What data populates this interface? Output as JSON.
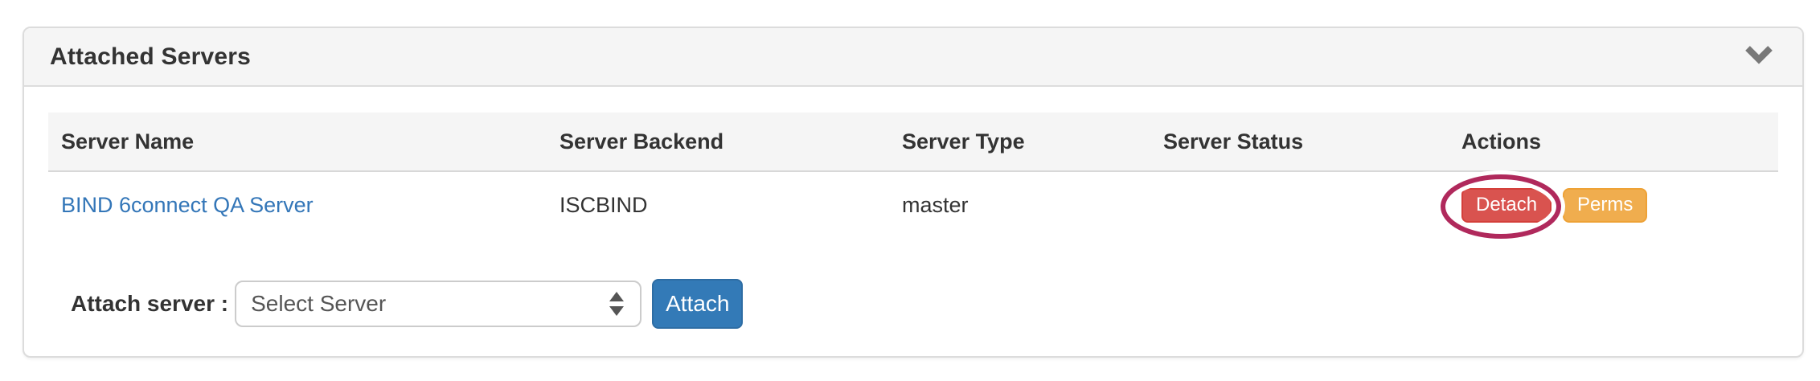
{
  "panel": {
    "title": "Attached Servers",
    "collapse_icon": "chevron-down-icon"
  },
  "table": {
    "columns": [
      "Server Name",
      "Server Backend",
      "Server Type",
      "Server Status",
      "Actions"
    ],
    "rows": [
      {
        "name": "BIND 6connect QA Server",
        "backend": "ISCBIND",
        "type": "master",
        "status": "",
        "actions": [
          {
            "label": "Detach",
            "style": "danger",
            "annotated": true
          },
          {
            "label": "Perms",
            "style": "warning",
            "annotated": false
          }
        ]
      }
    ]
  },
  "attach_form": {
    "label": "Attach server :",
    "select_value": "Select Server",
    "button_label": "Attach"
  },
  "annotation": {
    "shape": "ellipse",
    "target": "Detach button",
    "color": "#b0295c"
  },
  "colors": {
    "danger": "#d9534f",
    "warning": "#f0ad4e",
    "primary": "#337ab7",
    "link": "#3376b8",
    "panel_header_bg": "#f5f5f5",
    "table_header_bg": "#f5f5f5",
    "border": "#dddddd"
  }
}
